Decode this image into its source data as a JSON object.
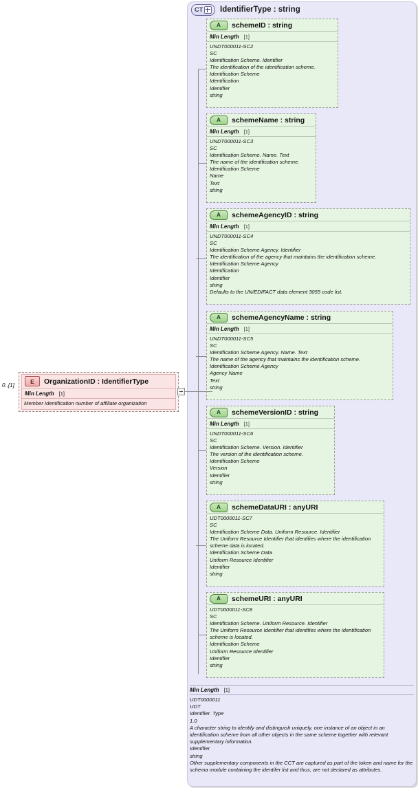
{
  "diagram": {
    "kind": "xsd-schema-diagram",
    "element": {
      "badge": "E",
      "title": "OrganizationID : IdentifierType",
      "cardinality": "0..[1]",
      "facet": {
        "name": "Min Length",
        "value": "[1]"
      },
      "documentation": "Member Identification number of affiliate organization"
    },
    "complex_type": {
      "badge": "CT",
      "badge_icon": "plus-icon",
      "title": "IdentifierType : string",
      "facet": {
        "name": "Min Length",
        "value": "[1]"
      },
      "documentation": [
        "UDT0000011",
        "UDT",
        "Identifier. Type",
        "1.0",
        "A character string to identify and distinguish uniquely, one instance of an object in an identification scheme from all other objects in the same scheme together with relevant supplementary information.",
        "Identifier",
        "string",
        "Other supplementary components in the CCT are captured as part of the token and name for the schema module containing the identifer list and thus, are not declared as attributes."
      ]
    },
    "attributes": [
      {
        "badge": "A",
        "title": "schemeID : string",
        "facet": {
          "name": "Min Length",
          "value": "[1]"
        },
        "documentation": [
          "UNDT000011-SC2",
          "SC",
          "Identification Scheme. Identifier",
          "The identification of the identification scheme.",
          "Identification Scheme",
          "Identification",
          "Identifier",
          "string"
        ]
      },
      {
        "badge": "A",
        "title": "schemeName : string",
        "facet": {
          "name": "Min Length",
          "value": "[1]"
        },
        "documentation": [
          "UNDT000011-SC3",
          "SC",
          "Identification Scheme. Name. Text",
          "The name of the identification scheme.",
          "Identification Scheme",
          "Name",
          "Text",
          "string"
        ]
      },
      {
        "badge": "A",
        "title": "schemeAgencyID : string",
        "facet": {
          "name": "Min Length",
          "value": "[1]"
        },
        "documentation": [
          "UNDT000011-SC4",
          "SC",
          "Identification Scheme Agency. Identifier",
          "The identification of the agency that maintains the identification scheme.",
          "Identification Scheme Agency",
          "Identification",
          "Identifier",
          "string",
          "Defaults to the UN/EDIFACT data element 3055 code list."
        ]
      },
      {
        "badge": "A",
        "title": "schemeAgencyName : string",
        "facet": {
          "name": "Min Length",
          "value": "[1]"
        },
        "documentation": [
          "UNDT000011-SC5",
          "SC",
          "Identification Scheme Agency. Name. Text",
          "The name of the agency that maintains the identification scheme.",
          "Identification Scheme Agency",
          "Agency Name",
          "Text",
          "string"
        ]
      },
      {
        "badge": "A",
        "title": "schemeVersionID : string",
        "facet": {
          "name": "Min Length",
          "value": "[1]"
        },
        "documentation": [
          "UNDT000011-SC6",
          "SC",
          "Identification Scheme. Version. Identifier",
          "The version of the identification scheme.",
          "Identification Scheme",
          "Version",
          "Identifier",
          "string"
        ]
      },
      {
        "badge": "A",
        "title": "schemeDataURI : anyURI",
        "facet": null,
        "documentation": [
          "UDT0000011-SC7",
          "SC",
          "Identification Scheme Data. Uniform Resource. Identifier",
          "The Uniform Resource Identifier that identifies where the identification scheme data is located.",
          "Identification Scheme Data",
          "Uniform Resource Identifier",
          "Identifier",
          "string"
        ]
      },
      {
        "badge": "A",
        "title": "schemeURI : anyURI",
        "facet": null,
        "documentation": [
          "UDT0000011-SC8",
          "SC",
          "Identification Scheme. Uniform Resource. Identifier",
          "The Uniform Resource Identifier that identifies where the identification scheme is located.",
          "Identification Scheme",
          "Uniform Resource Identifier",
          "Identifier",
          "string"
        ]
      }
    ],
    "colors": {
      "complex_type_bg": "#e8e8f8",
      "attribute_bg": "#e6f5e1",
      "element_bg": "#fbe4e4",
      "connector": "#8a8a8a"
    }
  }
}
